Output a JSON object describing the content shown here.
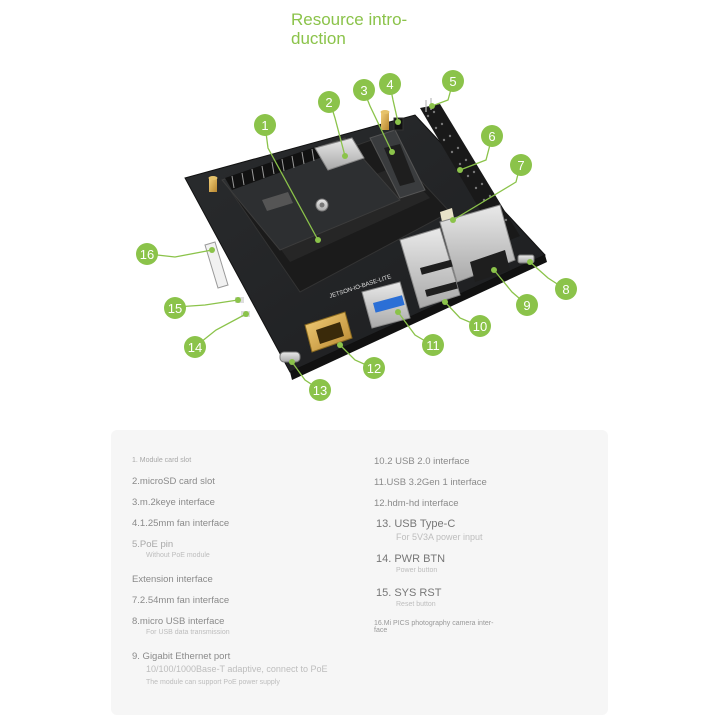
{
  "header": {
    "title_line1": "Resource intro-",
    "title_line2": "duction",
    "accent_color": "#8bc34a"
  },
  "board": {
    "silkscreen_label": "JETSON-IO-BASE-LITE",
    "callouts": [
      {
        "num": "1",
        "target": "module-card-slot"
      },
      {
        "num": "2",
        "target": "microsd-card-slot"
      },
      {
        "num": "3",
        "target": "m2-key-e-interface"
      },
      {
        "num": "4",
        "target": "fan-interface-1-25mm"
      },
      {
        "num": "5",
        "target": "poe-pin"
      },
      {
        "num": "6",
        "target": "extension-interface"
      },
      {
        "num": "7",
        "target": "fan-interface-2-54mm"
      },
      {
        "num": "8",
        "target": "micro-usb-interface"
      },
      {
        "num": "9",
        "target": "gigabit-ethernet-port"
      },
      {
        "num": "10",
        "target": "usb-2-0-interface"
      },
      {
        "num": "11",
        "target": "usb-3-2-gen1-interface"
      },
      {
        "num": "12",
        "target": "hdmi-interface"
      },
      {
        "num": "13",
        "target": "usb-type-c"
      },
      {
        "num": "14",
        "target": "power-button"
      },
      {
        "num": "15",
        "target": "reset-button"
      },
      {
        "num": "16",
        "target": "mipi-csi-camera-interface"
      }
    ]
  },
  "specs": {
    "left": [
      {
        "label": "1. Module card slot"
      },
      {
        "label": "2.microSD card slot"
      },
      {
        "label": "3.m.2keye interface"
      },
      {
        "label": "4.1.25mm fan interface"
      },
      {
        "label": "5.PoE pin",
        "note": "Without PoE module"
      },
      {
        "label": "Extension interface"
      },
      {
        "label": "7.2.54mm fan interface"
      },
      {
        "label": "8.micro USB interface",
        "note": "For USB data transmission"
      },
      {
        "label": "9. Gigabit Ethernet port",
        "note": "10/100/1000Base-T adaptive, connect to PoE",
        "note2": "The module can support PoE power supply"
      }
    ],
    "right": [
      {
        "label": "10.2 USB 2.0 interface"
      },
      {
        "label": "11.USB 3.2Gen 1 interface"
      },
      {
        "label": "12.hdm-hd interface"
      },
      {
        "label": "13. USB Type-C",
        "note": "For 5V3A power input"
      },
      {
        "label": "14. PWR BTN",
        "note": "Power button"
      },
      {
        "label": "15. SYS RST",
        "note": "Reset button"
      },
      {
        "label": "16.Mi PICS photography camera inter-",
        "label2": "face"
      }
    ]
  }
}
